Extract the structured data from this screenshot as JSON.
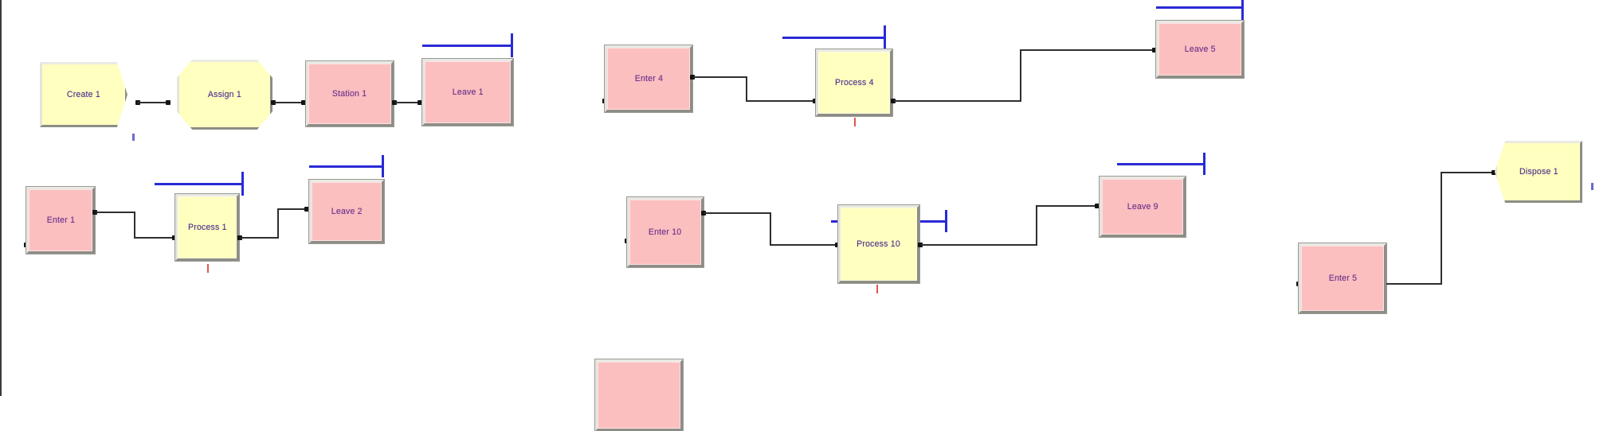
{
  "diagram": {
    "title": "Arena simulation model flowchart",
    "background": "#ffffff",
    "colors": {
      "create_fill": "#ffffbf",
      "process_fill": "#ffffbf",
      "station_fill": "#fcbfc0",
      "enter_fill": "#fcbfc0",
      "leave_fill": "#fcbfc0",
      "bevel_light": "#eaeae4",
      "bevel_dark": "#8d8d86",
      "label_text": "#4b2a8a",
      "connector": "#2e2e2e",
      "route_line": "#2a2ad6",
      "seize_tick": "#e4544f"
    },
    "modules": [
      {
        "id": "create-1",
        "label": "Create 1",
        "type": "create",
        "fill": "yellow"
      },
      {
        "id": "assign-1",
        "label": "Assign 1",
        "type": "assign",
        "fill": "yellow"
      },
      {
        "id": "station-1",
        "label": "Station 1",
        "type": "station",
        "fill": "pink"
      },
      {
        "id": "leave-1",
        "label": "Leave 1",
        "type": "leave",
        "fill": "pink"
      },
      {
        "id": "enter-1",
        "label": "Enter 1",
        "type": "enter",
        "fill": "pink"
      },
      {
        "id": "process-1",
        "label": "Process 1",
        "type": "process",
        "fill": "yellow"
      },
      {
        "id": "leave-2",
        "label": "Leave 2",
        "type": "leave",
        "fill": "pink"
      },
      {
        "id": "enter-4",
        "label": "Enter 4",
        "type": "enter",
        "fill": "pink"
      },
      {
        "id": "process-4",
        "label": "Process 4",
        "type": "process",
        "fill": "yellow"
      },
      {
        "id": "leave-5",
        "label": "Leave 5",
        "type": "leave",
        "fill": "pink"
      },
      {
        "id": "enter-10",
        "label": "Enter 10",
        "type": "enter",
        "fill": "pink"
      },
      {
        "id": "process-10",
        "label": "Process 10",
        "type": "process",
        "fill": "yellow"
      },
      {
        "id": "leave-9",
        "label": "Leave 9",
        "type": "leave",
        "fill": "pink"
      },
      {
        "id": "enter-5",
        "label": "Enter 5",
        "type": "enter",
        "fill": "pink"
      },
      {
        "id": "dispose-1",
        "label": "Dispose 1",
        "type": "dispose",
        "fill": "yellow"
      },
      {
        "id": "partial-1",
        "label": "",
        "type": "enter",
        "fill": "pink"
      }
    ],
    "labels": {
      "create_1": "Create 1",
      "assign_1": "Assign 1",
      "station_1": "Station 1",
      "leave_1": "Leave 1",
      "enter_1": "Enter 1",
      "process_1": "Process 1",
      "leave_2": "Leave 2",
      "enter_4": "Enter 4",
      "process_4": "Process 4",
      "leave_5": "Leave 5",
      "enter_10": "Enter 10",
      "process_10": "Process 10",
      "leave_9": "Leave 9",
      "enter_5": "Enter 5",
      "dispose_1": "Dispose 1",
      "partial_block": ""
    },
    "connections": [
      {
        "from": "create-1",
        "to": "assign-1"
      },
      {
        "from": "assign-1",
        "to": "station-1"
      },
      {
        "from": "station-1",
        "to": "leave-1"
      },
      {
        "from": "enter-1",
        "to": "process-1"
      },
      {
        "from": "process-1",
        "to": "leave-2"
      },
      {
        "from": "enter-4",
        "to": "process-4"
      },
      {
        "from": "process-4",
        "to": "leave-5"
      },
      {
        "from": "enter-10",
        "to": "process-10"
      },
      {
        "from": "process-10",
        "to": "leave-9"
      },
      {
        "from": "enter-5",
        "to": "dispose-1"
      }
    ],
    "route_lines": [
      "leave-1",
      "leave-2",
      "leave-5",
      "leave-9",
      "process-1",
      "process-4",
      "process-10"
    ],
    "seize_ticks": [
      "process-1",
      "process-4",
      "process-10"
    ]
  }
}
